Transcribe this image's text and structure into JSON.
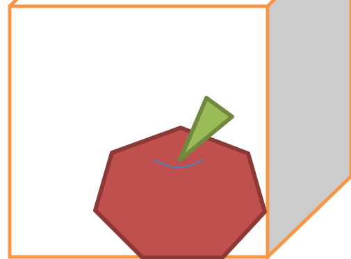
{
  "scene": {
    "colors": {
      "box_outline": "#f79646",
      "box_front_fill": "#ffffff",
      "box_side_fill": "#cccccc",
      "apple_fill": "#c0504d",
      "apple_outline": "#8c3836",
      "leaf_fill": "#9bbb59",
      "leaf_outline": "#71893f",
      "stem_arc": "#4f81bd"
    },
    "shapes": {
      "box": "cube",
      "apple": "heptagon",
      "leaf": "triangle",
      "stem": "arc"
    }
  }
}
